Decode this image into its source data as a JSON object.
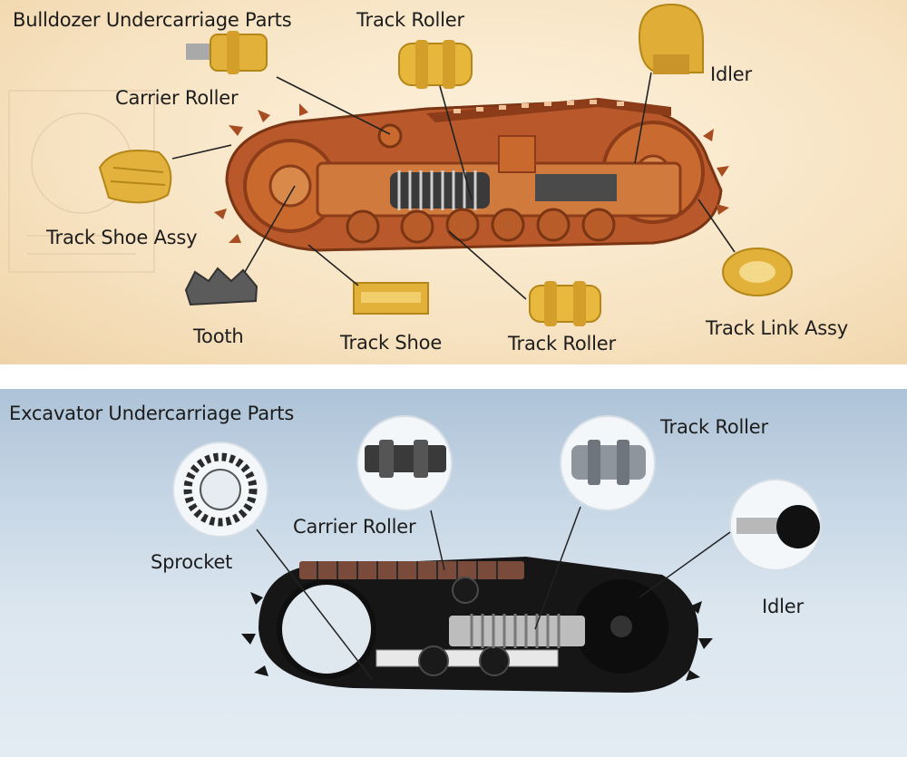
{
  "bulldozer": {
    "title": "Bulldozer Undercarriage Parts",
    "labels": {
      "track_roller_top": "Track Roller",
      "idler": "Idler",
      "carrier_roller": "Carrier Roller",
      "track_shoe_assy": "Track Shoe Assy",
      "tooth": "Tooth",
      "track_shoe": "Track Shoe",
      "track_roller_bottom": "Track Roller",
      "track_link_assy": "Track Link Assy"
    }
  },
  "excavator": {
    "title": "Excavator Undercarriage Parts",
    "labels": {
      "track_roller": "Track Roller",
      "carrier_roller": "Carrier Roller",
      "sprocket": "Sprocket",
      "idler": "Idler"
    }
  },
  "colors": {
    "undercarriage_orange": "#c9692e",
    "part_yellow": "#e2b13a",
    "track_black": "#1c1c1c",
    "background_cream": "#f7e3c2",
    "background_sky": "#c6d6e5"
  }
}
